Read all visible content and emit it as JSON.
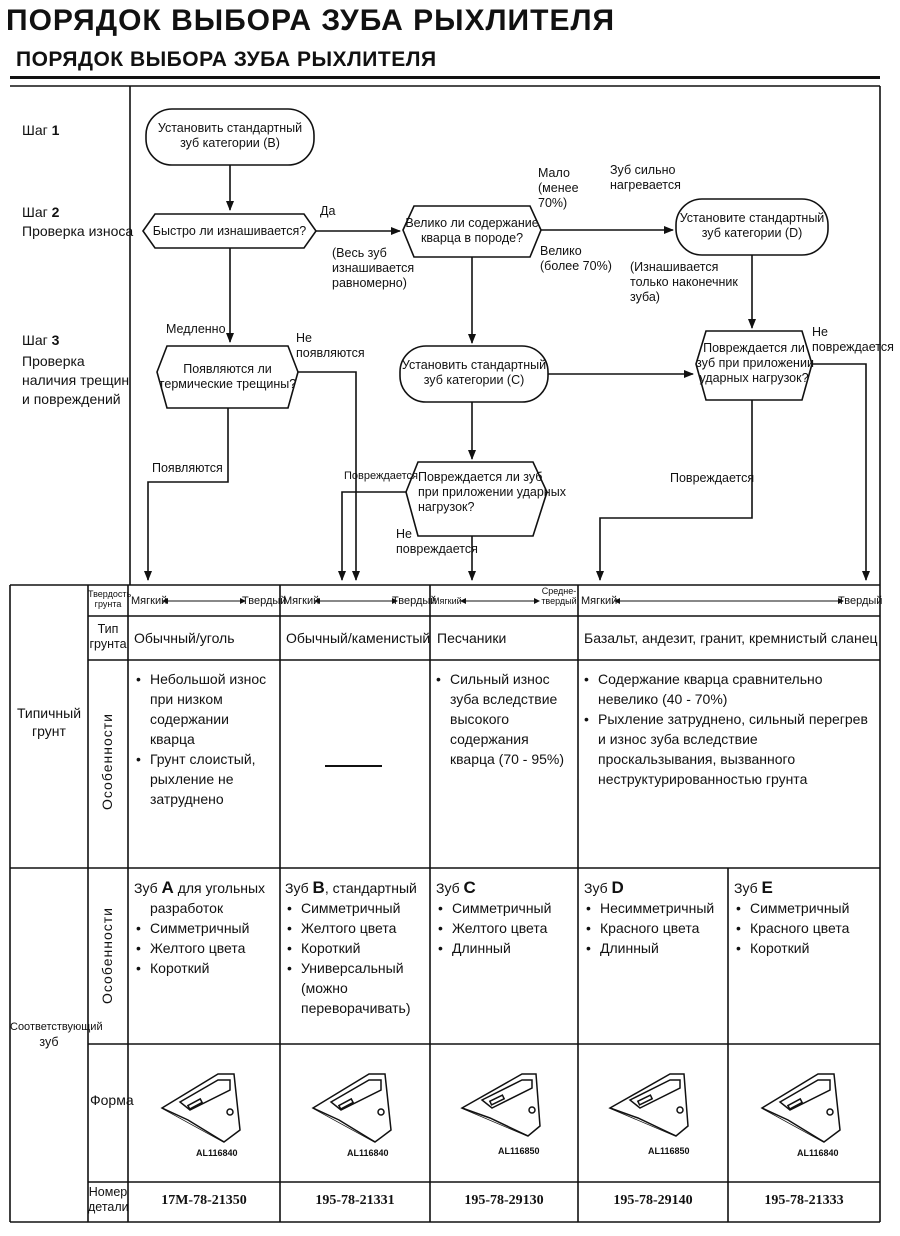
{
  "header": {
    "title": "ПОРЯДОК ВЫБОРА ЗУБА РЫХЛИТЕЛЯ",
    "subtitle": "ПОРЯДОК ВЫБОРА ЗУБА РЫХЛИТЕЛЯ"
  },
  "steps": {
    "s1": {
      "prefix": "Шаг",
      "num": "1"
    },
    "s2": {
      "prefix": "Шаг",
      "num": "2",
      "title": "Проверка износа"
    },
    "s3": {
      "prefix": "Шаг",
      "num": "3",
      "lines": [
        "Проверка",
        "наличия трещин",
        "и повреждений"
      ]
    }
  },
  "flow": {
    "n_start": [
      "Установить стандартный",
      "зуб категории (B)"
    ],
    "n_wear": "Быстро ли изнашивается?",
    "n_quartz": [
      "Велико ли содержание",
      "кварца в породе?"
    ],
    "n_catd": [
      "Установите стандартный",
      "зуб категории (D)"
    ],
    "n_cracks": [
      "Появляются ли",
      "термические трещины?"
    ],
    "n_catc": [
      "Установить стандартный",
      "зуб категории (C)"
    ],
    "n_dmg1": [
      "Повреждается ли зуб",
      "при приложении ударных",
      "нагрузок?"
    ],
    "n_dmg2": [
      "Повреждается ли",
      "зуб при приложении",
      "ударных нагрузок?"
    ],
    "l_yes": "Да",
    "l_even": [
      "(Весь зуб",
      "изнашивается",
      "равномерно)"
    ],
    "l_little": [
      "Мало",
      "(менее",
      "70%)"
    ],
    "l_hot": [
      "Зуб сильно",
      "нагревается"
    ],
    "l_much": [
      "Велико",
      "(более 70%)"
    ],
    "l_tip": [
      "(Изнашивается",
      "только наконечник",
      "зуба)"
    ],
    "l_slow": "Медленно",
    "l_noappear": [
      "Не",
      "появляются"
    ],
    "l_appear": "Появляются",
    "l_damaged_left": "Повреждается",
    "l_nodmg_mid": [
      "Не",
      "повреждается"
    ],
    "l_damaged_right": "Повреждается",
    "l_nodmg_right": [
      "Не",
      "повреждается"
    ]
  },
  "table": {
    "hardness_label": [
      "Твердость",
      "грунта"
    ],
    "soft": "Мягкий",
    "hard": "Твердый",
    "midhard": [
      "Средне-",
      "твердый"
    ],
    "type_label": [
      "Тип",
      "грунта"
    ],
    "types": [
      "Обычный/уголь",
      "Обычный/каменистый",
      "Песчаники",
      "Базальт, андезит, гранит, кремнистый сланец"
    ],
    "typical_soil": [
      "Типичный",
      "грунт"
    ],
    "features_label": "Особенности",
    "soil_features": {
      "col1": [
        "Небольшой износ при низком содержании кварца",
        "Грунт слоистый, рыхление не затруднено"
      ],
      "col3": [
        "Сильный износ зуба вследствие высокого содержания кварца (70 - 95%)"
      ],
      "col4": [
        "Содержание кварца сравнительно невелико (40 - 70%)",
        "Рыхление затруднено, сильный перегрев и износ зуба вследствие проскальзывания, вызванного неструктурированностью грунта"
      ]
    },
    "tooth_label": [
      "Соответствующий",
      "зуб"
    ],
    "teeth": [
      {
        "prefix": "Зуб",
        "letter": "A",
        "suffix": "для угольных",
        "suffix2": "разработок",
        "features": [
          "Симметричный",
          "Желтого цвета",
          "Короткий"
        ],
        "code": "AL116840",
        "part": "17M-78-21350"
      },
      {
        "prefix": "Зуб",
        "letter": "B",
        "suffix": ", стандартный",
        "features": [
          "Симметричный",
          "Желтого цвета",
          "Короткий",
          "Универсальный (можно переворачивать)"
        ],
        "code": "AL116840",
        "part": "195-78-21331"
      },
      {
        "prefix": "Зуб",
        "letter": "C",
        "features": [
          "Симметричный",
          "Желтого цвета",
          "Длинный"
        ],
        "code": "AL116850",
        "part": "195-78-29130"
      },
      {
        "prefix": "Зуб",
        "letter": "D",
        "features": [
          "Несимметричный",
          "Красного цвета",
          "Длинный"
        ],
        "code": "AL116850",
        "part": "195-78-29140"
      },
      {
        "prefix": "Зуб",
        "letter": "E",
        "features": [
          "Симметричный",
          "Красного цвета",
          "Короткий"
        ],
        "code": "AL116840",
        "part": "195-78-21333"
      }
    ],
    "shape_label": "Форма",
    "part_label": [
      "Номер",
      "детали"
    ]
  }
}
